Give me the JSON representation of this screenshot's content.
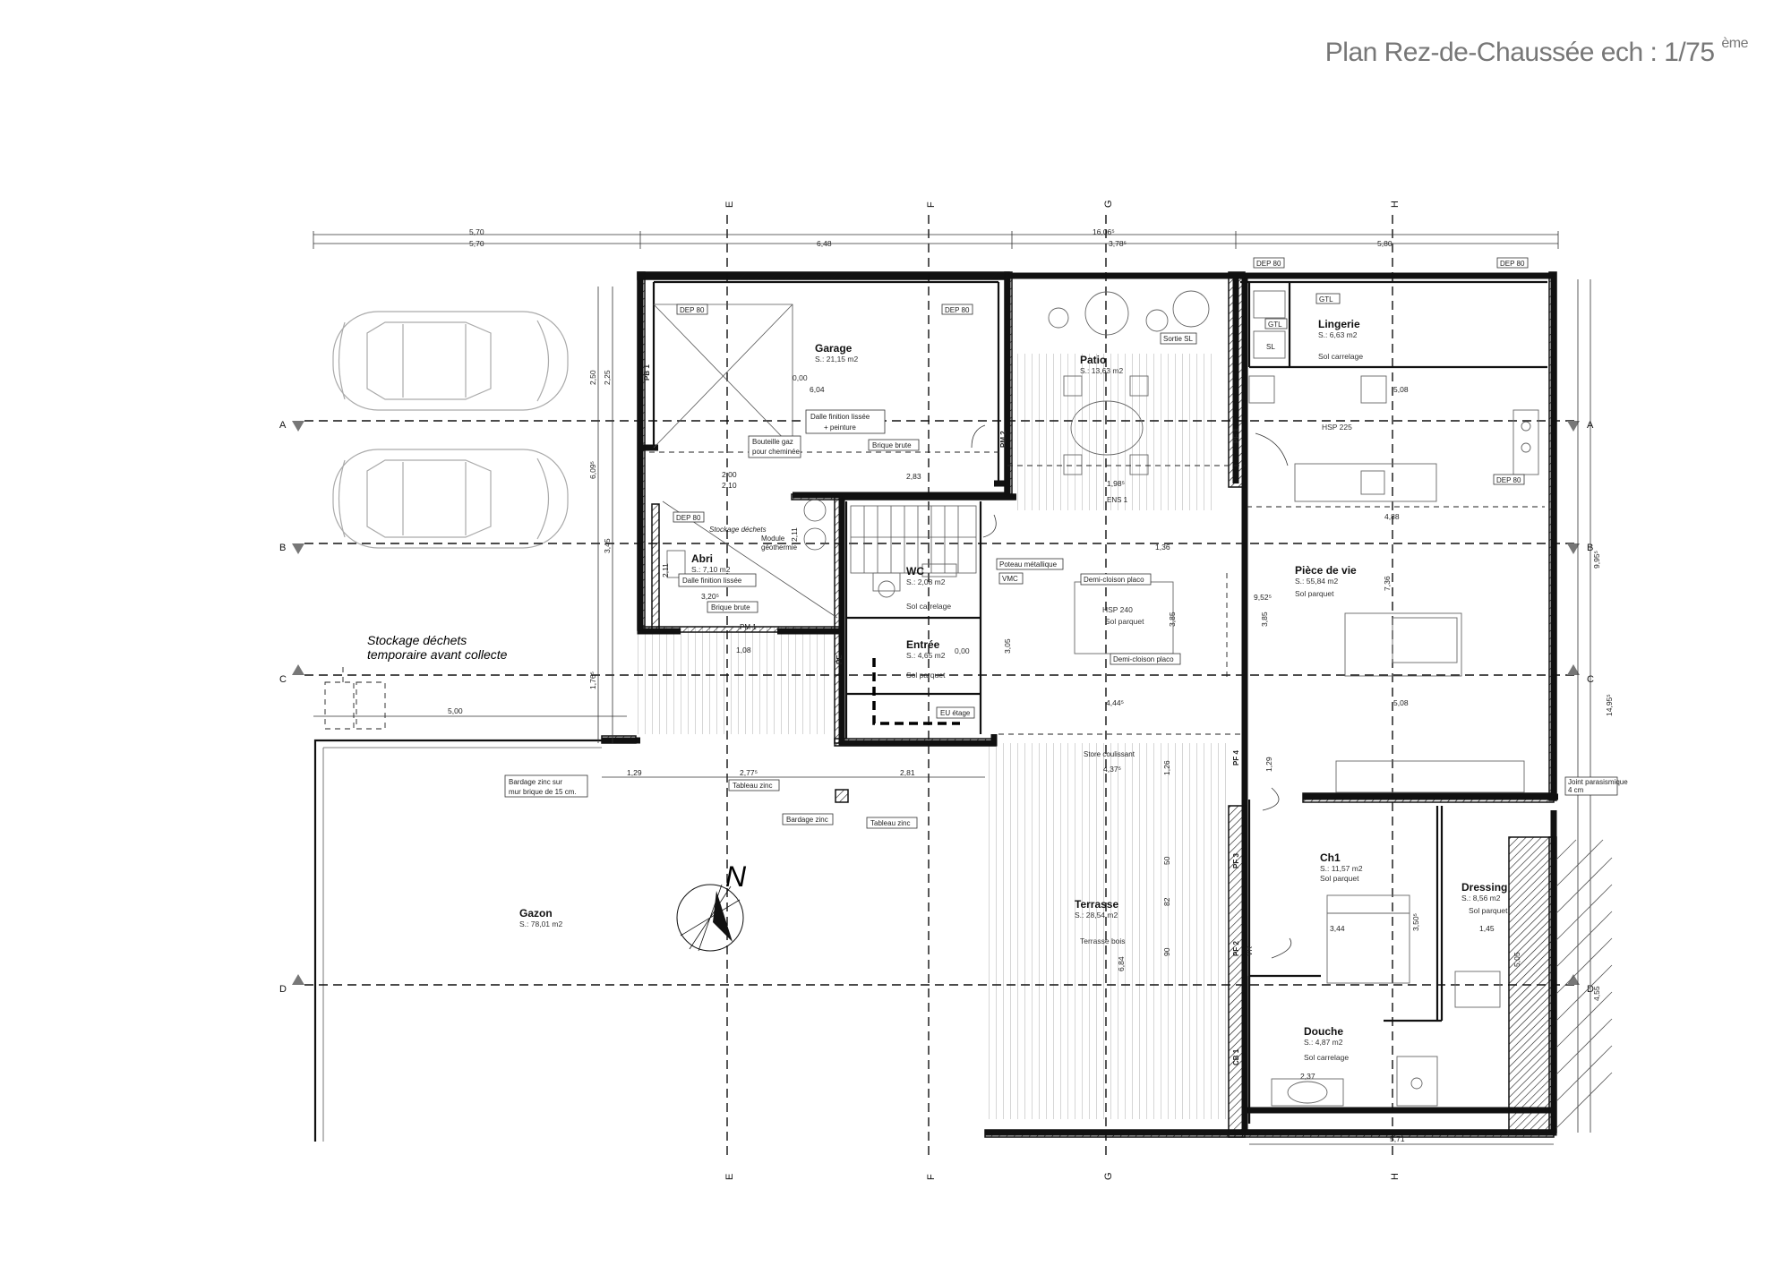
{
  "title": {
    "main": "Plan Rez-de-Chaussée ech : 1/75",
    "sup": "ème"
  },
  "rooms": [
    {
      "id": "garage",
      "name": "Garage",
      "area": "S.: 21,15 m2",
      "note": ""
    },
    {
      "id": "patio",
      "name": "Patio",
      "area": "S.: 13,63 m2",
      "note": ""
    },
    {
      "id": "lingerie",
      "name": "Lingerie",
      "area": "S.: 6,63 m2",
      "note": "Sol carrelage"
    },
    {
      "id": "abri",
      "name": "Abri",
      "area": "S.: 7,10 m2",
      "note": ""
    },
    {
      "id": "wc",
      "name": "WC",
      "area": "S.: 2,08 m2",
      "note": "Sol carrelage"
    },
    {
      "id": "entree",
      "name": "Entrée",
      "area": "S.: 4,65 m2",
      "note": "Sol parquet"
    },
    {
      "id": "piece-de-vie",
      "name": "Pièce de vie",
      "area": "S.: 55,84 m2",
      "note": "Sol parquet"
    },
    {
      "id": "ch1",
      "name": "Ch1",
      "area": "S.: 11,57 m2",
      "note": "Sol parquet"
    },
    {
      "id": "dressing",
      "name": "Dressing",
      "area": "S.: 8,56 m2",
      "note": "Sol parquet"
    },
    {
      "id": "douche",
      "name": "Douche",
      "area": "S.: 4,87 m2",
      "note": "Sol carrelage"
    },
    {
      "id": "terrasse",
      "name": "Terrasse",
      "area": "S.: 28,54 m2",
      "note": "Terrasse bois"
    },
    {
      "id": "gazon",
      "name": "Gazon",
      "area": "S.: 78,01 m2",
      "note": ""
    }
  ],
  "labels": {
    "stockage_temp_1": "Stockage déchets",
    "stockage_temp_2": "temporaire avant collecte",
    "stockage_dechets": "Stockage déchets",
    "module_geo_1": "Module",
    "module_geo_2": "géothermie",
    "dalle_garage_1": "Dalle finition lissée",
    "dalle_garage_2": "+ peinture",
    "dalle_abri": "Dalle finition lissée",
    "bouteille_1": "Bouteille gaz",
    "bouteille_2": "pour cheminée",
    "brique_brute_1": "Brique brute",
    "brique_brute_2": "Brique brute",
    "poteau": "Poteau métallique",
    "demi_cloison_1": "Demi-cloison placo",
    "demi_cloison_2": "Demi-cloison placo",
    "store": "Store coulissant",
    "sortie_sl": "Sortie SL",
    "bardage_zinc_mur_1": "Bardage zinc sur",
    "bardage_zinc_mur_2": "mur brique de 15 cm.",
    "tableau_zinc_1": "Tableau zinc",
    "tableau_zinc_2": "Tableau zinc",
    "bardage_zinc": "Bardage zinc",
    "joint_1": "Joint parasismique",
    "joint_2": "4 cm",
    "eu_etage": "EU étage",
    "vmc": "VMC",
    "gtl_1": "GTL",
    "gtl_2": "GTL",
    "sl": "SL",
    "ens1": "ENS 1",
    "pm1": "PM 1",
    "pe": "PE",
    "sol_parquet_center": "Sol parquet",
    "hsp_225": "HSP 225",
    "hsp_240": "HSP 240",
    "level_0": "0,00",
    "north": "N"
  },
  "tags": {
    "dep80": "DEP 80",
    "pb1": "PB 1",
    "pm2": "PM 2",
    "pf1": "PF 1",
    "pf2": "PF 2",
    "pf3": "PF 3",
    "pf4": "PF 4",
    "vr": "VR",
    "cb1": "CB 1"
  },
  "axes": {
    "cols": [
      "E",
      "F",
      "G",
      "H"
    ],
    "rows": [
      "A",
      "B",
      "C",
      "D"
    ]
  },
  "dimensions": {
    "top_total": "16,06⁵",
    "top_a": "5,70",
    "top_b": "5,70",
    "top_c": "6,48",
    "top_d": "3,78⁵",
    "top_e": "5,80",
    "left_250": "2,50",
    "left_225": "2,25",
    "left_609": "6,09⁵",
    "left_345": "3,45",
    "left_176": "1,76⁵",
    "right_995": "9,95⁵",
    "right_1495": "14,95⁵",
    "right_455": "4,55",
    "d_500": "5,00",
    "d_129": "1,29",
    "d_2775": "2,77⁵",
    "d_281": "2,81",
    "d_508a": "5,08",
    "d_508b": "5,08",
    "d_488": "4,88",
    "d_952": "9,52⁵",
    "d_444": "4,44⁵",
    "d_4375": "4,37⁵",
    "d_136": "1,36",
    "d_344": "3,44",
    "d_350": "3,50⁵",
    "d_145": "1,45",
    "d_505": "5,05",
    "d_571": "5,71",
    "d_237": "2,37",
    "d_604": "6,04",
    "d_283": "2,83",
    "d_200": "2,00",
    "d_210": "2,10",
    "d_198": "1,98⁵",
    "d_108": "1,08",
    "d_320": "3,20⁵",
    "d_211a": "2,11",
    "d_211b": "2,11",
    "d_305": "3,05",
    "d_385a": "3,85",
    "d_385b": "3,85",
    "d_736": "7,36",
    "d_684": "6,84",
    "d_129b": "1,29",
    "d_126": "1,26",
    "d_90": "90",
    "d_82": "82",
    "d_50": "50"
  }
}
